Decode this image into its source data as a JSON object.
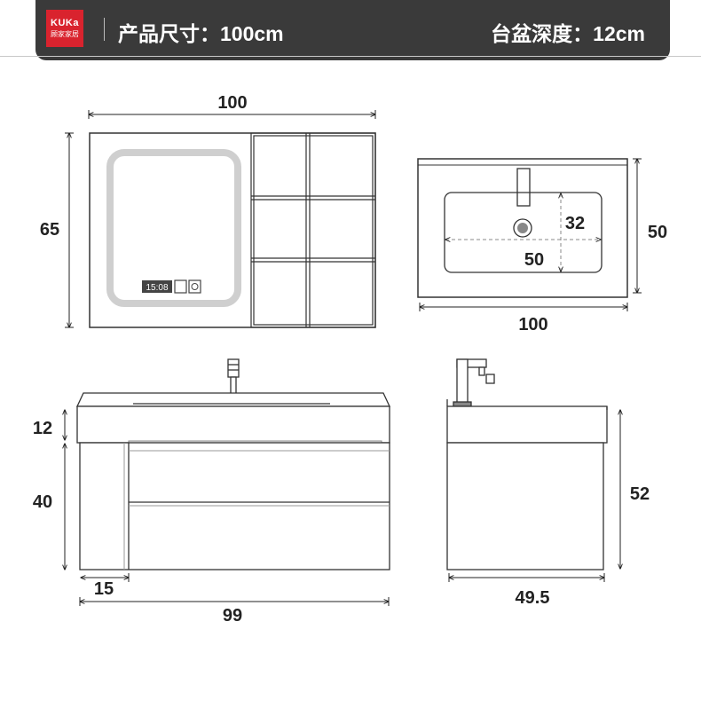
{
  "header": {
    "logo_text": "KUKa",
    "logo_subtext": "顾家家居",
    "product_size_label": "产品尺寸：100cm",
    "basin_depth_label": "台盆深度：12cm"
  },
  "mirror_cabinet": {
    "width_label": "100",
    "height_label": "65",
    "clock_display": "15:08"
  },
  "basin_top": {
    "depth_label": "50",
    "width_label": "100",
    "bowl_depth_label": "32",
    "bowl_width_label": "50"
  },
  "vanity_front": {
    "counter_height_label": "12",
    "cabinet_height_label": "40",
    "side_panel_width_label": "15",
    "total_width_label": "99"
  },
  "vanity_side": {
    "height_label": "52",
    "depth_label": "49.5"
  },
  "colors": {
    "banner": "#3a3a3a",
    "logo": "#d9232e",
    "line": "#222222"
  }
}
